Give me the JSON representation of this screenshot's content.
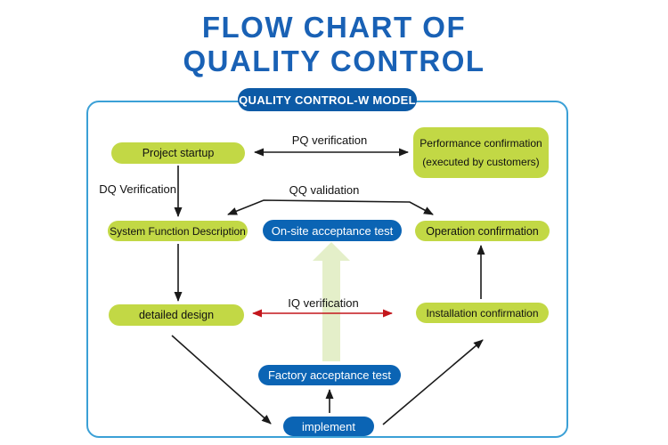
{
  "title": {
    "line1": "FLOW CHART OF",
    "line2": "QUALITY CONTROL"
  },
  "badge": {
    "label": "QUALITY CONTROL-W MODEL"
  },
  "nodes": [
    {
      "id": "project-startup",
      "label": "Project startup",
      "type": "green"
    },
    {
      "id": "performance-confirmation",
      "label": "Performance confirmation",
      "label2": "(executed by customers)",
      "type": "green"
    },
    {
      "id": "system-function-description",
      "label": "System Function Description",
      "type": "green"
    },
    {
      "id": "onsite-acceptance-test",
      "label": "On-site acceptance test",
      "type": "blue"
    },
    {
      "id": "operation-confirmation",
      "label": "Operation confirmation",
      "type": "green"
    },
    {
      "id": "detailed-design",
      "label": "detailed design",
      "type": "green"
    },
    {
      "id": "installation-confirmation",
      "label": "Installation confirmation",
      "type": "green"
    },
    {
      "id": "factory-acceptance-test",
      "label": "Factory acceptance test",
      "type": "blue"
    },
    {
      "id": "implement",
      "label": "implement",
      "type": "blue"
    }
  ],
  "edge_labels": {
    "pq": "PQ verification",
    "dq": "DQ Verification",
    "qq": "QQ validation",
    "iq": "IQ verification"
  },
  "edges": [
    {
      "from": "project-startup",
      "to": "performance-confirmation",
      "label": "PQ verification",
      "style": "double-black"
    },
    {
      "from": "project-startup",
      "to": "system-function-description",
      "label": "DQ Verification",
      "style": "black"
    },
    {
      "from": "system-function-description",
      "to": "operation-confirmation",
      "label": "QQ validation",
      "style": "double-black"
    },
    {
      "from": "system-function-description",
      "to": "detailed-design",
      "label": "",
      "style": "black"
    },
    {
      "from": "detailed-design",
      "to": "installation-confirmation",
      "label": "IQ verification",
      "style": "double-red"
    },
    {
      "from": "detailed-design",
      "to": "implement",
      "label": "",
      "style": "black"
    },
    {
      "from": "implement",
      "to": "factory-acceptance-test",
      "label": "",
      "style": "black"
    },
    {
      "from": "implement",
      "to": "installation-confirmation",
      "label": "",
      "style": "black"
    },
    {
      "from": "installation-confirmation",
      "to": "operation-confirmation",
      "label": "",
      "style": "black"
    },
    {
      "from": "factory-acceptance-test",
      "to": "onsite-acceptance-test",
      "label": "",
      "style": "big-pale-green-up"
    }
  ],
  "colors": {
    "title": "#1961B5",
    "badge_bg": "#0C5AA6",
    "badge_text": "#FFFFFF",
    "node_green_bg": "#C2D845",
    "node_green_text": "#111111",
    "node_blue_bg": "#0B64B4",
    "node_blue_text": "#FFFFFF",
    "container_border": "#3BA0D6",
    "arrow_black": "#1A1A1A",
    "arrow_red": "#C3161C",
    "big_arrow_fill": "#E4EFC9"
  }
}
